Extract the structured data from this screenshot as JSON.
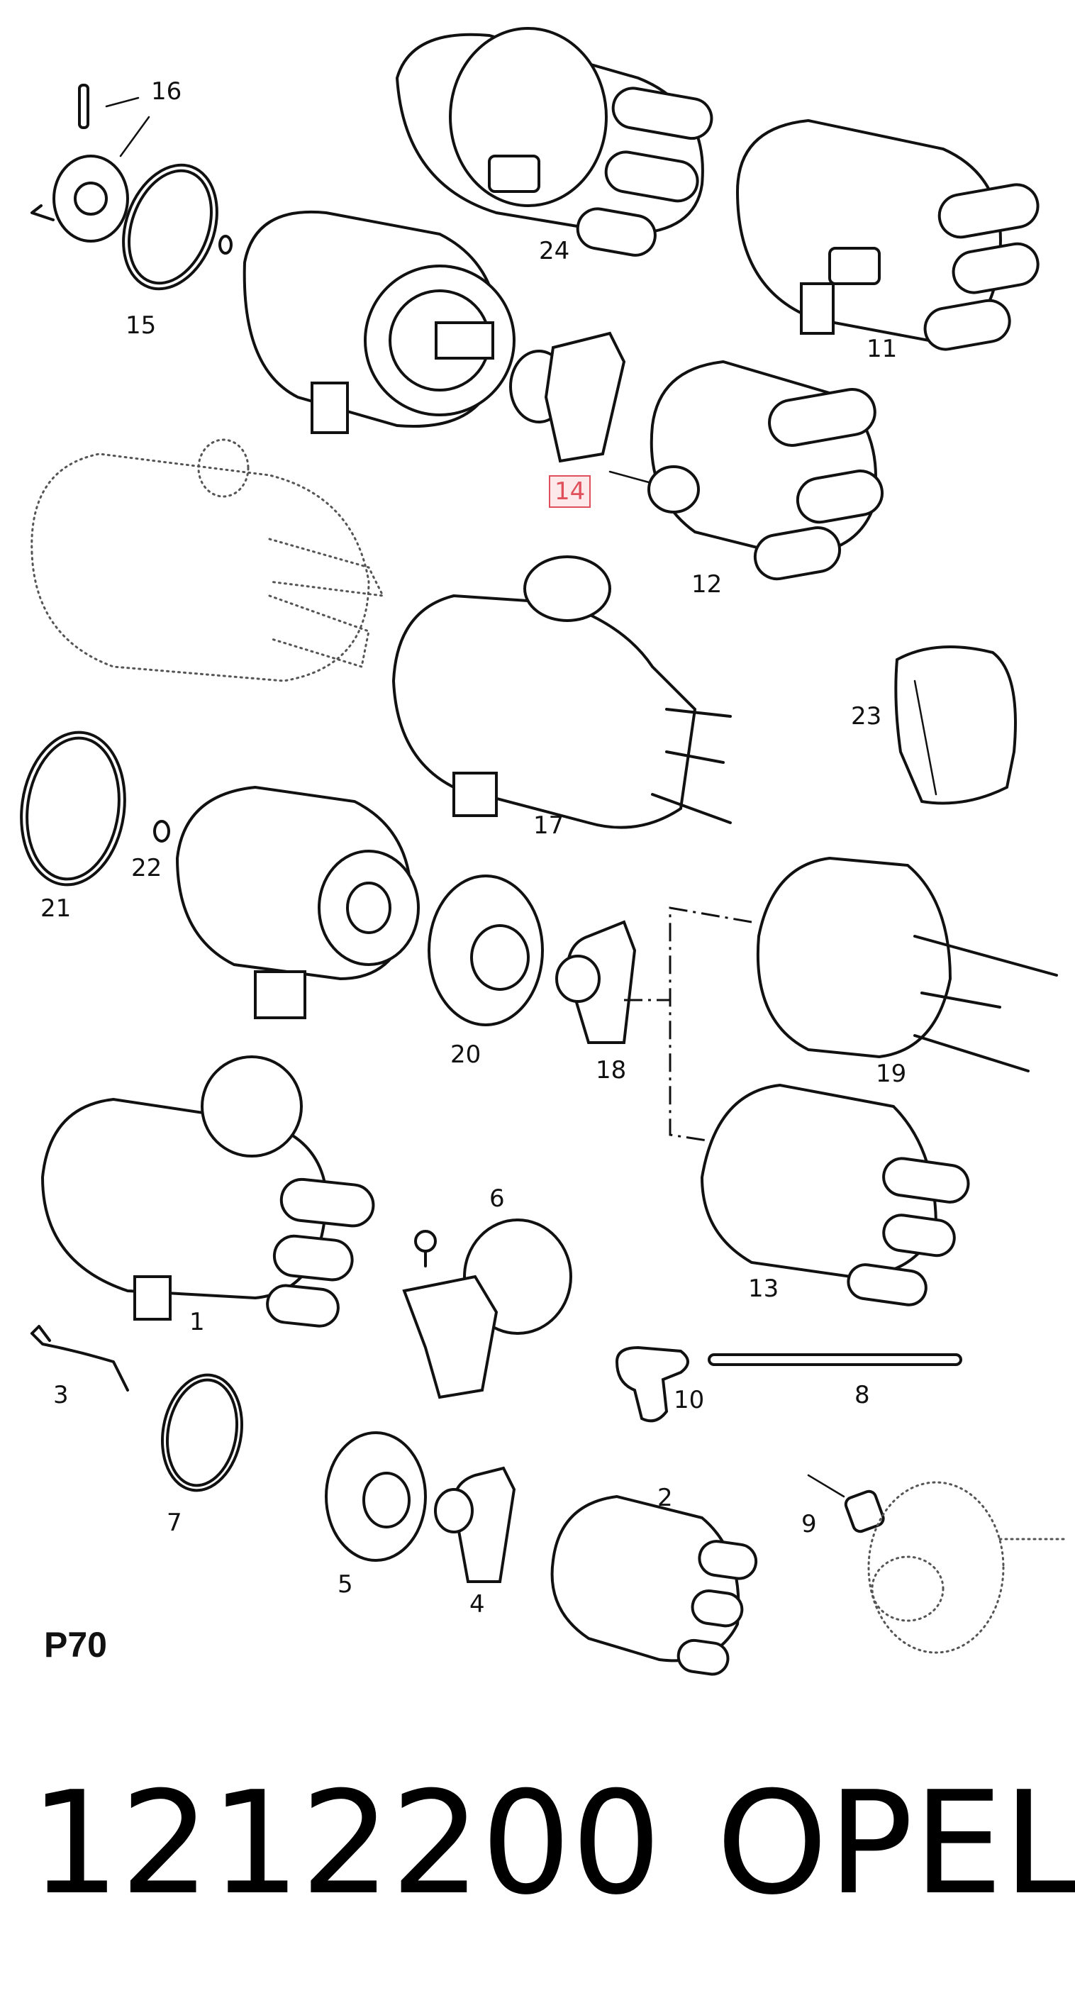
{
  "diagram": {
    "page_code": "P70",
    "part_number": "1212200",
    "brand": "OPEL",
    "highlighted_callout": "14",
    "highlight_color": "#e0505a",
    "callouts": [
      {
        "id": "16",
        "label": "16"
      },
      {
        "id": "15",
        "label": "15"
      },
      {
        "id": "24",
        "label": "24"
      },
      {
        "id": "11",
        "label": "11"
      },
      {
        "id": "14",
        "label": "14"
      },
      {
        "id": "12",
        "label": "12"
      },
      {
        "id": "23",
        "label": "23"
      },
      {
        "id": "17",
        "label": "17"
      },
      {
        "id": "21",
        "label": "21"
      },
      {
        "id": "22",
        "label": "22"
      },
      {
        "id": "20",
        "label": "20"
      },
      {
        "id": "18",
        "label": "18"
      },
      {
        "id": "19",
        "label": "19"
      },
      {
        "id": "6",
        "label": "6"
      },
      {
        "id": "13",
        "label": "13"
      },
      {
        "id": "1",
        "label": "1"
      },
      {
        "id": "3",
        "label": "3"
      },
      {
        "id": "10",
        "label": "10"
      },
      {
        "id": "8",
        "label": "8"
      },
      {
        "id": "7",
        "label": "7"
      },
      {
        "id": "2",
        "label": "2"
      },
      {
        "id": "9",
        "label": "9"
      },
      {
        "id": "5",
        "label": "5"
      },
      {
        "id": "4",
        "label": "4"
      }
    ]
  }
}
